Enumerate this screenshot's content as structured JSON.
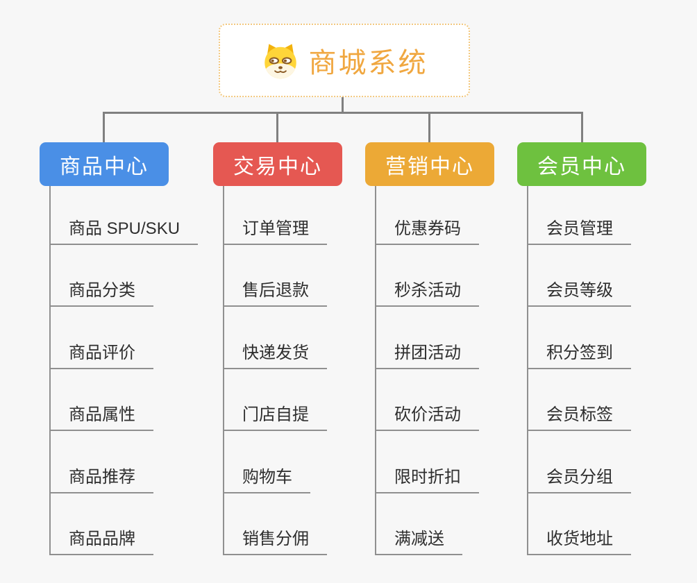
{
  "root": {
    "title": "商城系统",
    "icon": "doge-face-icon",
    "title_color": "#f0a740",
    "border_color": "#f3c87e"
  },
  "connector_color": "#808080",
  "background_color": "#f7f7f7",
  "branches": [
    {
      "label": "商品中心",
      "color": "#4a8fe6",
      "children": [
        "商品 SPU/SKU",
        "商品分类",
        "商品评价",
        "商品属性",
        "商品推荐",
        "商品品牌"
      ]
    },
    {
      "label": "交易中心",
      "color": "#e55852",
      "children": [
        "订单管理",
        "售后退款",
        "快递发货",
        "门店自提",
        "购物车",
        "销售分佣"
      ]
    },
    {
      "label": "营销中心",
      "color": "#eca936",
      "children": [
        "优惠券码",
        "秒杀活动",
        "拼团活动",
        "砍价活动",
        "限时折扣",
        "满减送"
      ]
    },
    {
      "label": "会员中心",
      "color": "#6ec13f",
      "children": [
        "会员管理",
        "会员等级",
        "积分签到",
        "会员标签",
        "会员分组",
        "收货地址"
      ]
    }
  ]
}
